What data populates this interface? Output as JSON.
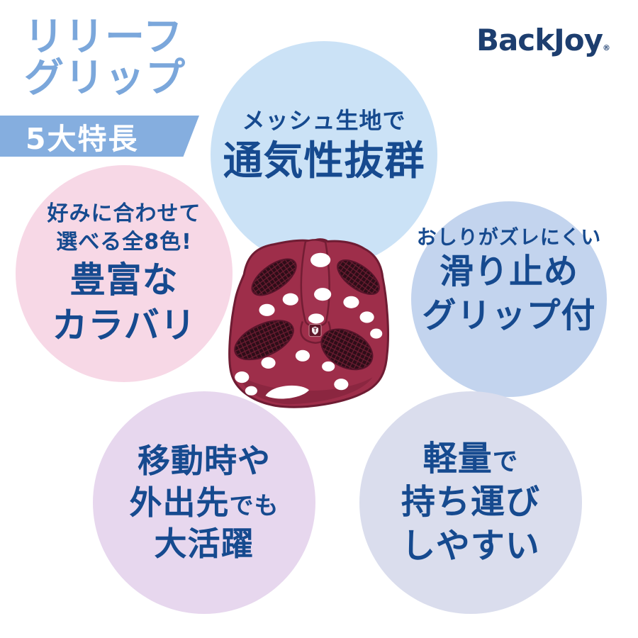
{
  "header": {
    "title_line1": "リリーフ",
    "title_line2": "グリップ",
    "badge_label": "5大特長",
    "brand": "BackJoy",
    "brand_mark": "®"
  },
  "features": [
    {
      "name": "breathability",
      "circle_color": "#cbe2f6",
      "line1": "メッシュ生地で",
      "line2": "通気性抜群"
    },
    {
      "name": "color-variations",
      "circle_color": "#f7d8e6",
      "line1": "好みに合わせて",
      "line2": "選べる全8色!",
      "line3": "豊富な",
      "line4": "カラバリ"
    },
    {
      "name": "non-slip-grip",
      "circle_color": "#c3d4ee",
      "line1": "おしりがズレにくい",
      "line2": "滑り止め",
      "line3": "グリップ付"
    },
    {
      "name": "travel-use",
      "circle_color": "#e7d7ee",
      "line1": "移動時や",
      "line2a": "外出先",
      "line2b": "でも",
      "line3": "大活躍"
    },
    {
      "name": "lightweight",
      "circle_color": "#dadded",
      "line1a": "軽量",
      "line1b": "で",
      "line2": "持ち運び",
      "line3": "しやすい"
    }
  ],
  "colors": {
    "title_blue": "#7ba7db",
    "badge_blue": "#85aedf",
    "text_navy": "#164a8f",
    "brand_navy": "#1d3e6f",
    "product_maroon": "#9e2e4a",
    "product_mesh_dark": "#2e0d18"
  },
  "product": {
    "description_icon": "seat-cushion-image",
    "emblem_icon": "backjoy-shield-icon"
  }
}
